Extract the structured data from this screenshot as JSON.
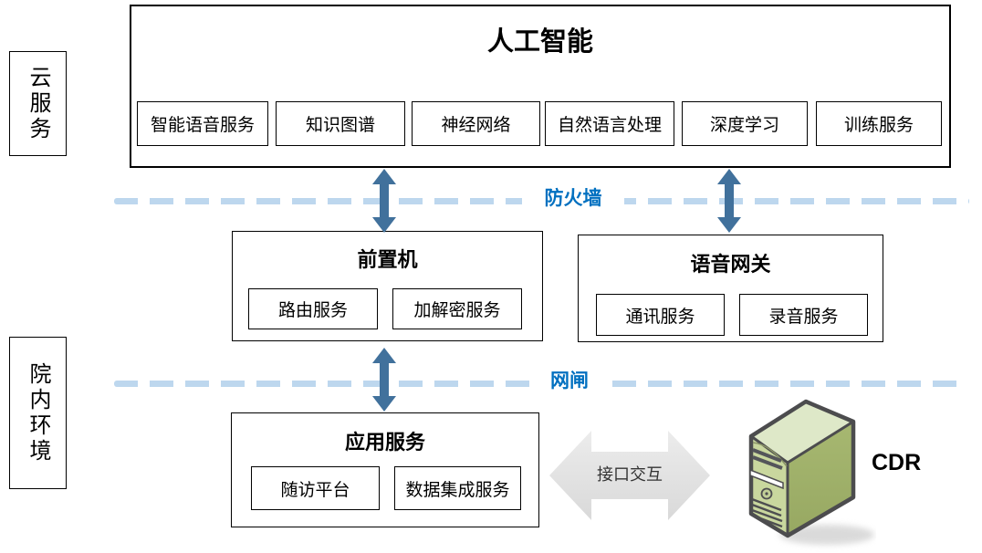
{
  "regions": {
    "cloud_label": "云服务",
    "hospital_label": "院内环境"
  },
  "ai": {
    "title": "人工智能",
    "services": [
      "智能语音服务",
      "知识图谱",
      "神经网络",
      "自然语言处理",
      "深度学习",
      "训练服务"
    ]
  },
  "barriers": {
    "firewall_label": "防火墙",
    "gatekeeper_label": "网闸"
  },
  "front_machine": {
    "title": "前置机",
    "services": [
      "路由服务",
      "加解密服务"
    ]
  },
  "voice_gateway": {
    "title": "语音网关",
    "services": [
      "通讯服务",
      "录音服务"
    ]
  },
  "app_service": {
    "title": "应用服务",
    "services": [
      "随访平台",
      "数据集成服务"
    ]
  },
  "interface_label": "接口交互",
  "cdr_label": "CDR",
  "colors": {
    "accent-blue": "#0070C0",
    "dash-blue": "#BDD7EE",
    "arrow-blue": "#41719C",
    "gray-arrow-light": "#ECECEC",
    "gray-arrow-dark": "#D9D9D9",
    "server-front": "#C9D79E",
    "server-side": "#A7B871",
    "server-top": "#DEE8C8",
    "server-outline": "#4C4C4E"
  }
}
